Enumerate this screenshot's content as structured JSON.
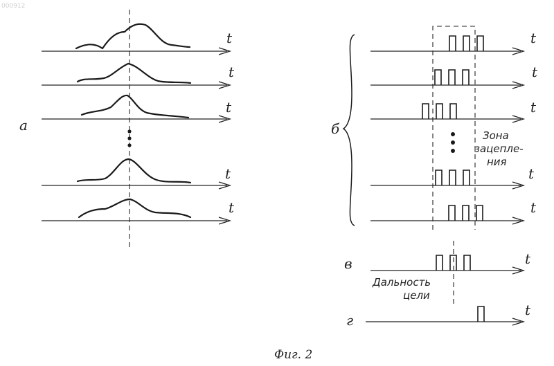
{
  "corner_id": "000912",
  "axis_symbol": "t",
  "panel_a": {
    "label": "а"
  },
  "panel_b": {
    "label": "б",
    "zone_text": [
      "Зона",
      "зацепле-",
      "ния"
    ]
  },
  "panel_v": {
    "label": "в",
    "range_text": [
      "Дальность",
      "цели"
    ]
  },
  "panel_g": {
    "label": "г"
  },
  "caption": "Фиг. 2"
}
